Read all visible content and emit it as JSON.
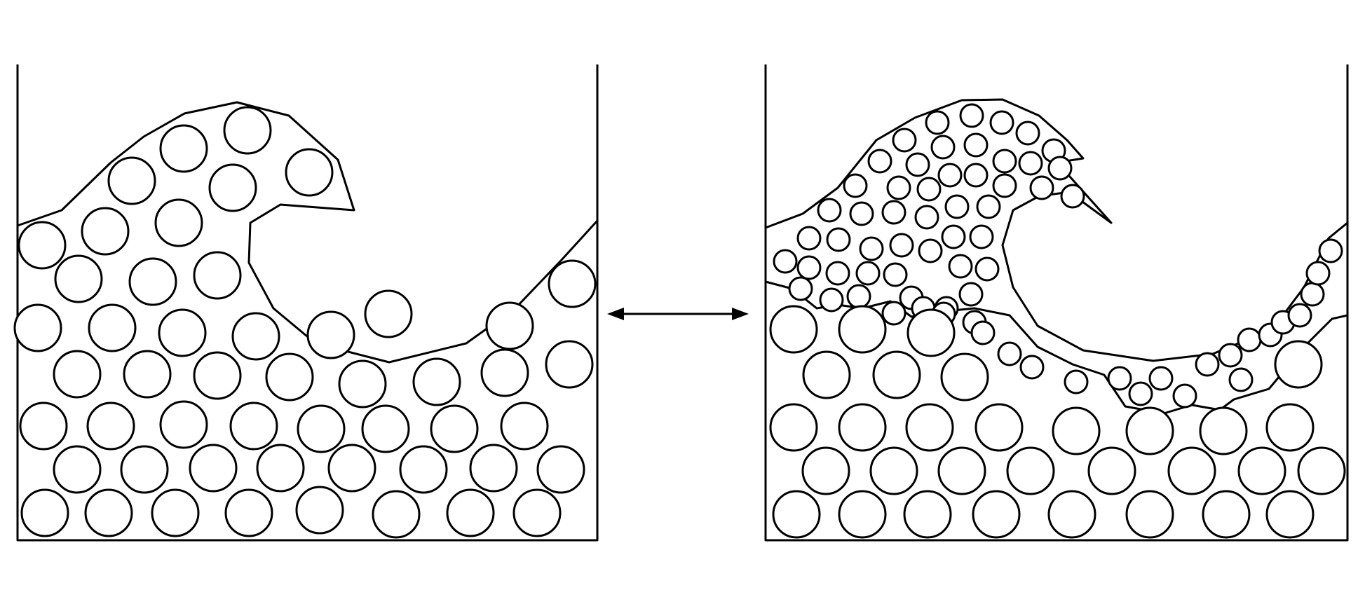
{
  "colors": {
    "stroke": "#000000",
    "fill": "#ffffff"
  },
  "panels": [
    {
      "name": "uniform-particle-wave",
      "particles": "large-only"
    },
    {
      "name": "mixed-particle-wave",
      "particles": "small-top-large-bottom"
    }
  ],
  "connector": {
    "icon": "double-headed-arrow"
  }
}
